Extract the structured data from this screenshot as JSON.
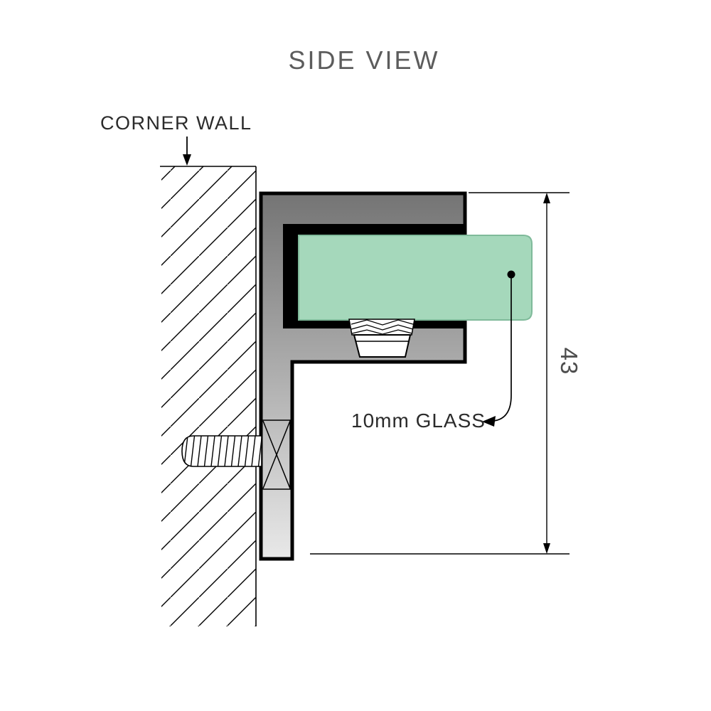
{
  "title": "SIDE VIEW",
  "annotations": {
    "corner_wall_label": "CORNER WALL",
    "glass_label": "10mm GLASS",
    "dimension_value": "43"
  },
  "colors": {
    "background": "#ffffff",
    "line": "#000000",
    "title_text": "#5c5c5c",
    "label_text": "#2b2b2b",
    "dimension_text": "#4d4d4d",
    "glass_fill": "#a5d8bb",
    "glass_stroke": "#7fba9a",
    "bracket_gradient_top": "#747474",
    "bracket_gradient_mid": "#a9a9a9",
    "bracket_gradient_bottom": "#e9e9e9",
    "channel_fill": "#000000"
  }
}
